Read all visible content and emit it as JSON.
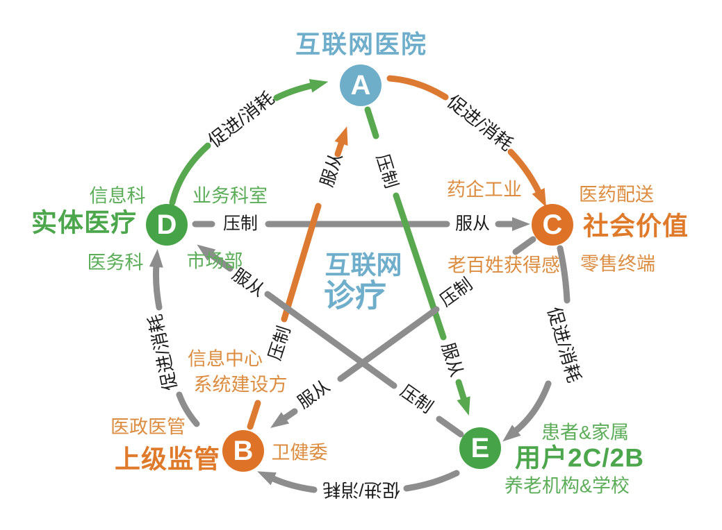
{
  "center": {
    "line1": "互联网",
    "line2": "诊疗"
  },
  "colors": {
    "teal": "#6faecb",
    "green": "#47a347",
    "green_text": "#5bad58",
    "orange": "#de7226",
    "orange_text": "#dc8c3f",
    "gray": "#8d8d8d",
    "label_black": "#1c1c1c"
  },
  "nodes": [
    {
      "id": "A",
      "letter": "A",
      "title": "互联网医院",
      "color": "teal",
      "satellites": []
    },
    {
      "id": "C",
      "letter": "C",
      "title": "社会价值",
      "color": "orange",
      "satellites": [
        "药企工业",
        "医药配送",
        "老百姓获得感",
        "零售终端"
      ]
    },
    {
      "id": "E",
      "letter": "E",
      "title": "用户2C/2B",
      "color": "green",
      "satellites": [
        "患者&家属",
        "养老机构&学校"
      ]
    },
    {
      "id": "B",
      "letter": "B",
      "title": "上级监管",
      "color": "orange",
      "satellites": [
        "信息中心",
        "系统建设方",
        "医政医管",
        "卫健委"
      ]
    },
    {
      "id": "D",
      "letter": "D",
      "title": "实体医疗",
      "color": "green",
      "satellites": [
        "信息科",
        "业务科室",
        "医务科",
        "市场部"
      ]
    }
  ],
  "edges": {
    "ring": [
      {
        "from": "D",
        "to": "A",
        "label": "促进/消耗",
        "color": "green"
      },
      {
        "from": "A",
        "to": "C",
        "label": "促进/消耗",
        "color": "orange"
      },
      {
        "from": "C",
        "to": "E",
        "label": "促进/消耗",
        "color": "gray"
      },
      {
        "from": "E",
        "to": "B",
        "label": "促进/消耗",
        "color": "gray"
      },
      {
        "from": "B",
        "to": "D",
        "label": "促进/消耗",
        "color": "gray"
      }
    ],
    "star": [
      {
        "from": "D",
        "to": "C",
        "suppress": "压制",
        "obey": "服从",
        "color": "gray"
      },
      {
        "from": "B",
        "to": "A",
        "suppress": "压制",
        "obey": "服从",
        "color": "orange"
      },
      {
        "from": "A",
        "to": "E",
        "suppress": "压制",
        "obey": "服从",
        "color": "green"
      },
      {
        "from": "C",
        "to": "B",
        "suppress": "压制",
        "obey": "服从",
        "color": "gray"
      },
      {
        "from": "E",
        "to": "D",
        "suppress": "压制",
        "obey": "服从",
        "color": "gray"
      }
    ]
  }
}
